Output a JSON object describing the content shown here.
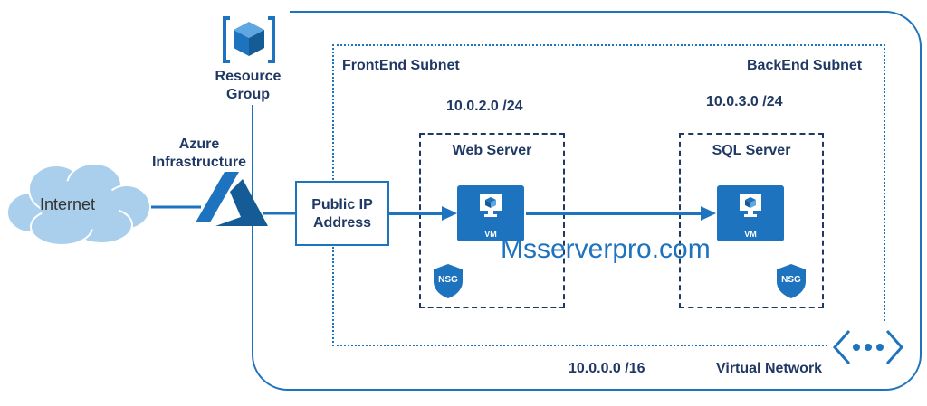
{
  "resource_group": {
    "line1": "Resource",
    "line2": "Group"
  },
  "azure": {
    "line1": "Azure",
    "line2": "Infrastructure"
  },
  "internet": {
    "label": "Internet"
  },
  "public_ip": {
    "line1": "Public IP",
    "line2": "Address"
  },
  "frontend_subnet": {
    "title": "FrontEnd Subnet",
    "cidr": "10.0.2.0 /24"
  },
  "backend_subnet": {
    "title": "BackEnd Subnet",
    "cidr": "10.0.3.0 /24"
  },
  "web_server": {
    "title": "Web Server",
    "vm_label": "VM",
    "nsg_label": "NSG"
  },
  "sql_server": {
    "title": "SQL Server",
    "vm_label": "VM",
    "nsg_label": "NSG"
  },
  "virtual_network": {
    "title": "Virtual Network",
    "cidr": "10.0.0.0 /16"
  },
  "watermark": "Msserverpro.com",
  "colors": {
    "primary": "#1e73be",
    "dark": "#1f3864",
    "cloud": "#a9cfec"
  },
  "icons": [
    "resource-group-cube-icon",
    "azure-logo-icon",
    "cloud-icon",
    "vm-monitor-icon",
    "nsg-shield-icon",
    "vnet-dots-icon"
  ]
}
